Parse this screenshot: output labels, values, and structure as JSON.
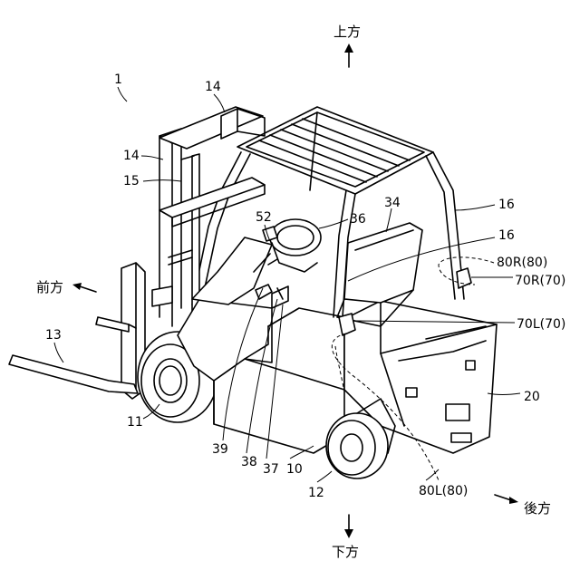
{
  "directions": {
    "up": "上方",
    "down": "下方",
    "front": "前方",
    "rear": "後方"
  },
  "labels": {
    "forklift": "1",
    "vehicle_body": "10",
    "front_wheel": "11",
    "rear_wheel": "12",
    "fork": "13",
    "mast_top_left": "14",
    "mast_top": "14",
    "lift_bracket": "15",
    "pillar_upper": "16",
    "pillar_middle": "16",
    "counterweight": "20",
    "seat": "34",
    "steering_wheel": "36",
    "lever_37": "37",
    "lever_38": "38",
    "lever_39": "39",
    "display": "52",
    "sensor_right": "70R(70)",
    "sensor_left": "70L(70)",
    "range_right": "80R(80)",
    "range_left": "80L(80)"
  }
}
